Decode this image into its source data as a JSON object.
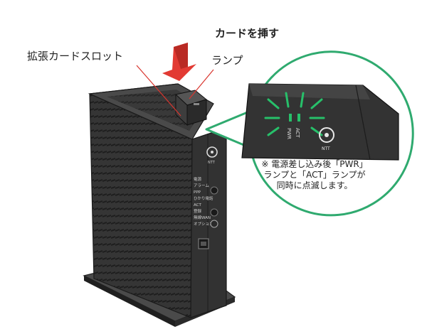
{
  "labels": {
    "insert_card": "カードを挿す",
    "expansion_slot": "拡張カードスロット",
    "lamp": "ランプ"
  },
  "note": {
    "line1": "※ 電源差し込み後「PWR」",
    "line2": "ランプと「ACT」ランプが",
    "line3": "同時に点滅します。"
  },
  "device": {
    "front_labels": [
      "電源",
      "アラーム",
      "PPP",
      "ひかり電話",
      "ACT",
      "登録",
      "無線WAN",
      "オプション"
    ],
    "zoom_labels": [
      "PWR",
      "ACT"
    ],
    "logo_text": "NTT"
  },
  "colors": {
    "arrow": "#e23a33",
    "callout": "#2faa6f",
    "lamp_green": "#27c06a",
    "device_body": "#3a3a3a",
    "leader": "#d9352e"
  }
}
